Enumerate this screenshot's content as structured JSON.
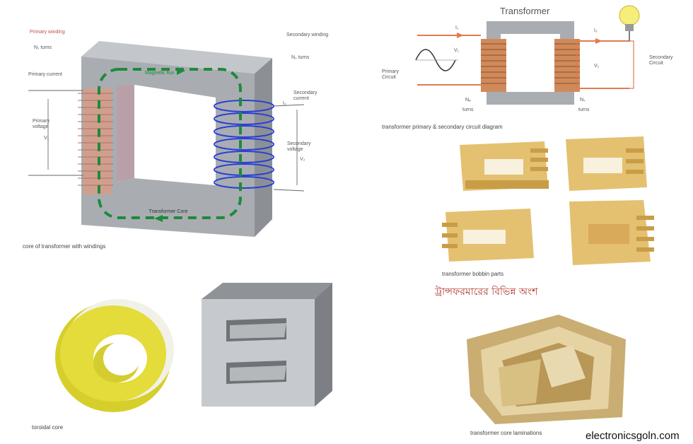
{
  "panels": {
    "core_diagram": {
      "labels": {
        "primary_winding": "Primary winding",
        "primary_turns": "N₁ turns",
        "primary_current": "Primary current",
        "primary_voltage": "Primary voltage",
        "v1": "V₁",
        "flux": "Magnetic flux",
        "secondary_winding": "Secondary winding",
        "secondary_turns": "N₂ turns",
        "secondary_current": "Secondary current",
        "secondary_voltage": "Secondary voltage",
        "i2": "I₂",
        "v2": "V₂",
        "core_label": "Transformer Core"
      },
      "caption": "core of transformer with windings"
    },
    "circuit_diagram": {
      "title": "Transformer",
      "i1": "I₁",
      "i2": "I₂",
      "v1": "V₁",
      "v2": "V₂",
      "np": "Nₚ",
      "ns": "Nₛ",
      "primary_circuit": "Primary Circuit",
      "secondary_circuit": "Secondary Circuit",
      "turns_left": "turns",
      "turns_right": "turns",
      "caption": "transformer primary & secondary circuit diagram"
    },
    "bobbins": {
      "caption": "transformer bobbin parts",
      "bengali_caption": "ট্রান্সফরমারের বিভিন্ন অংশ"
    },
    "toroid": {
      "caption": "toroidal core"
    },
    "ei_core": {},
    "photo": {
      "caption": "transformer core laminations"
    }
  },
  "watermark": "electronicsgoln.com",
  "colors": {
    "core_grey": "#a9adb1",
    "flux_green": "#1e8a3c",
    "winding_copper": "#c8846a",
    "winding_blue": "#2a3fd6",
    "bobbin_gold": "#d9b35a",
    "toroid_yellow": "#e3dc3a"
  }
}
